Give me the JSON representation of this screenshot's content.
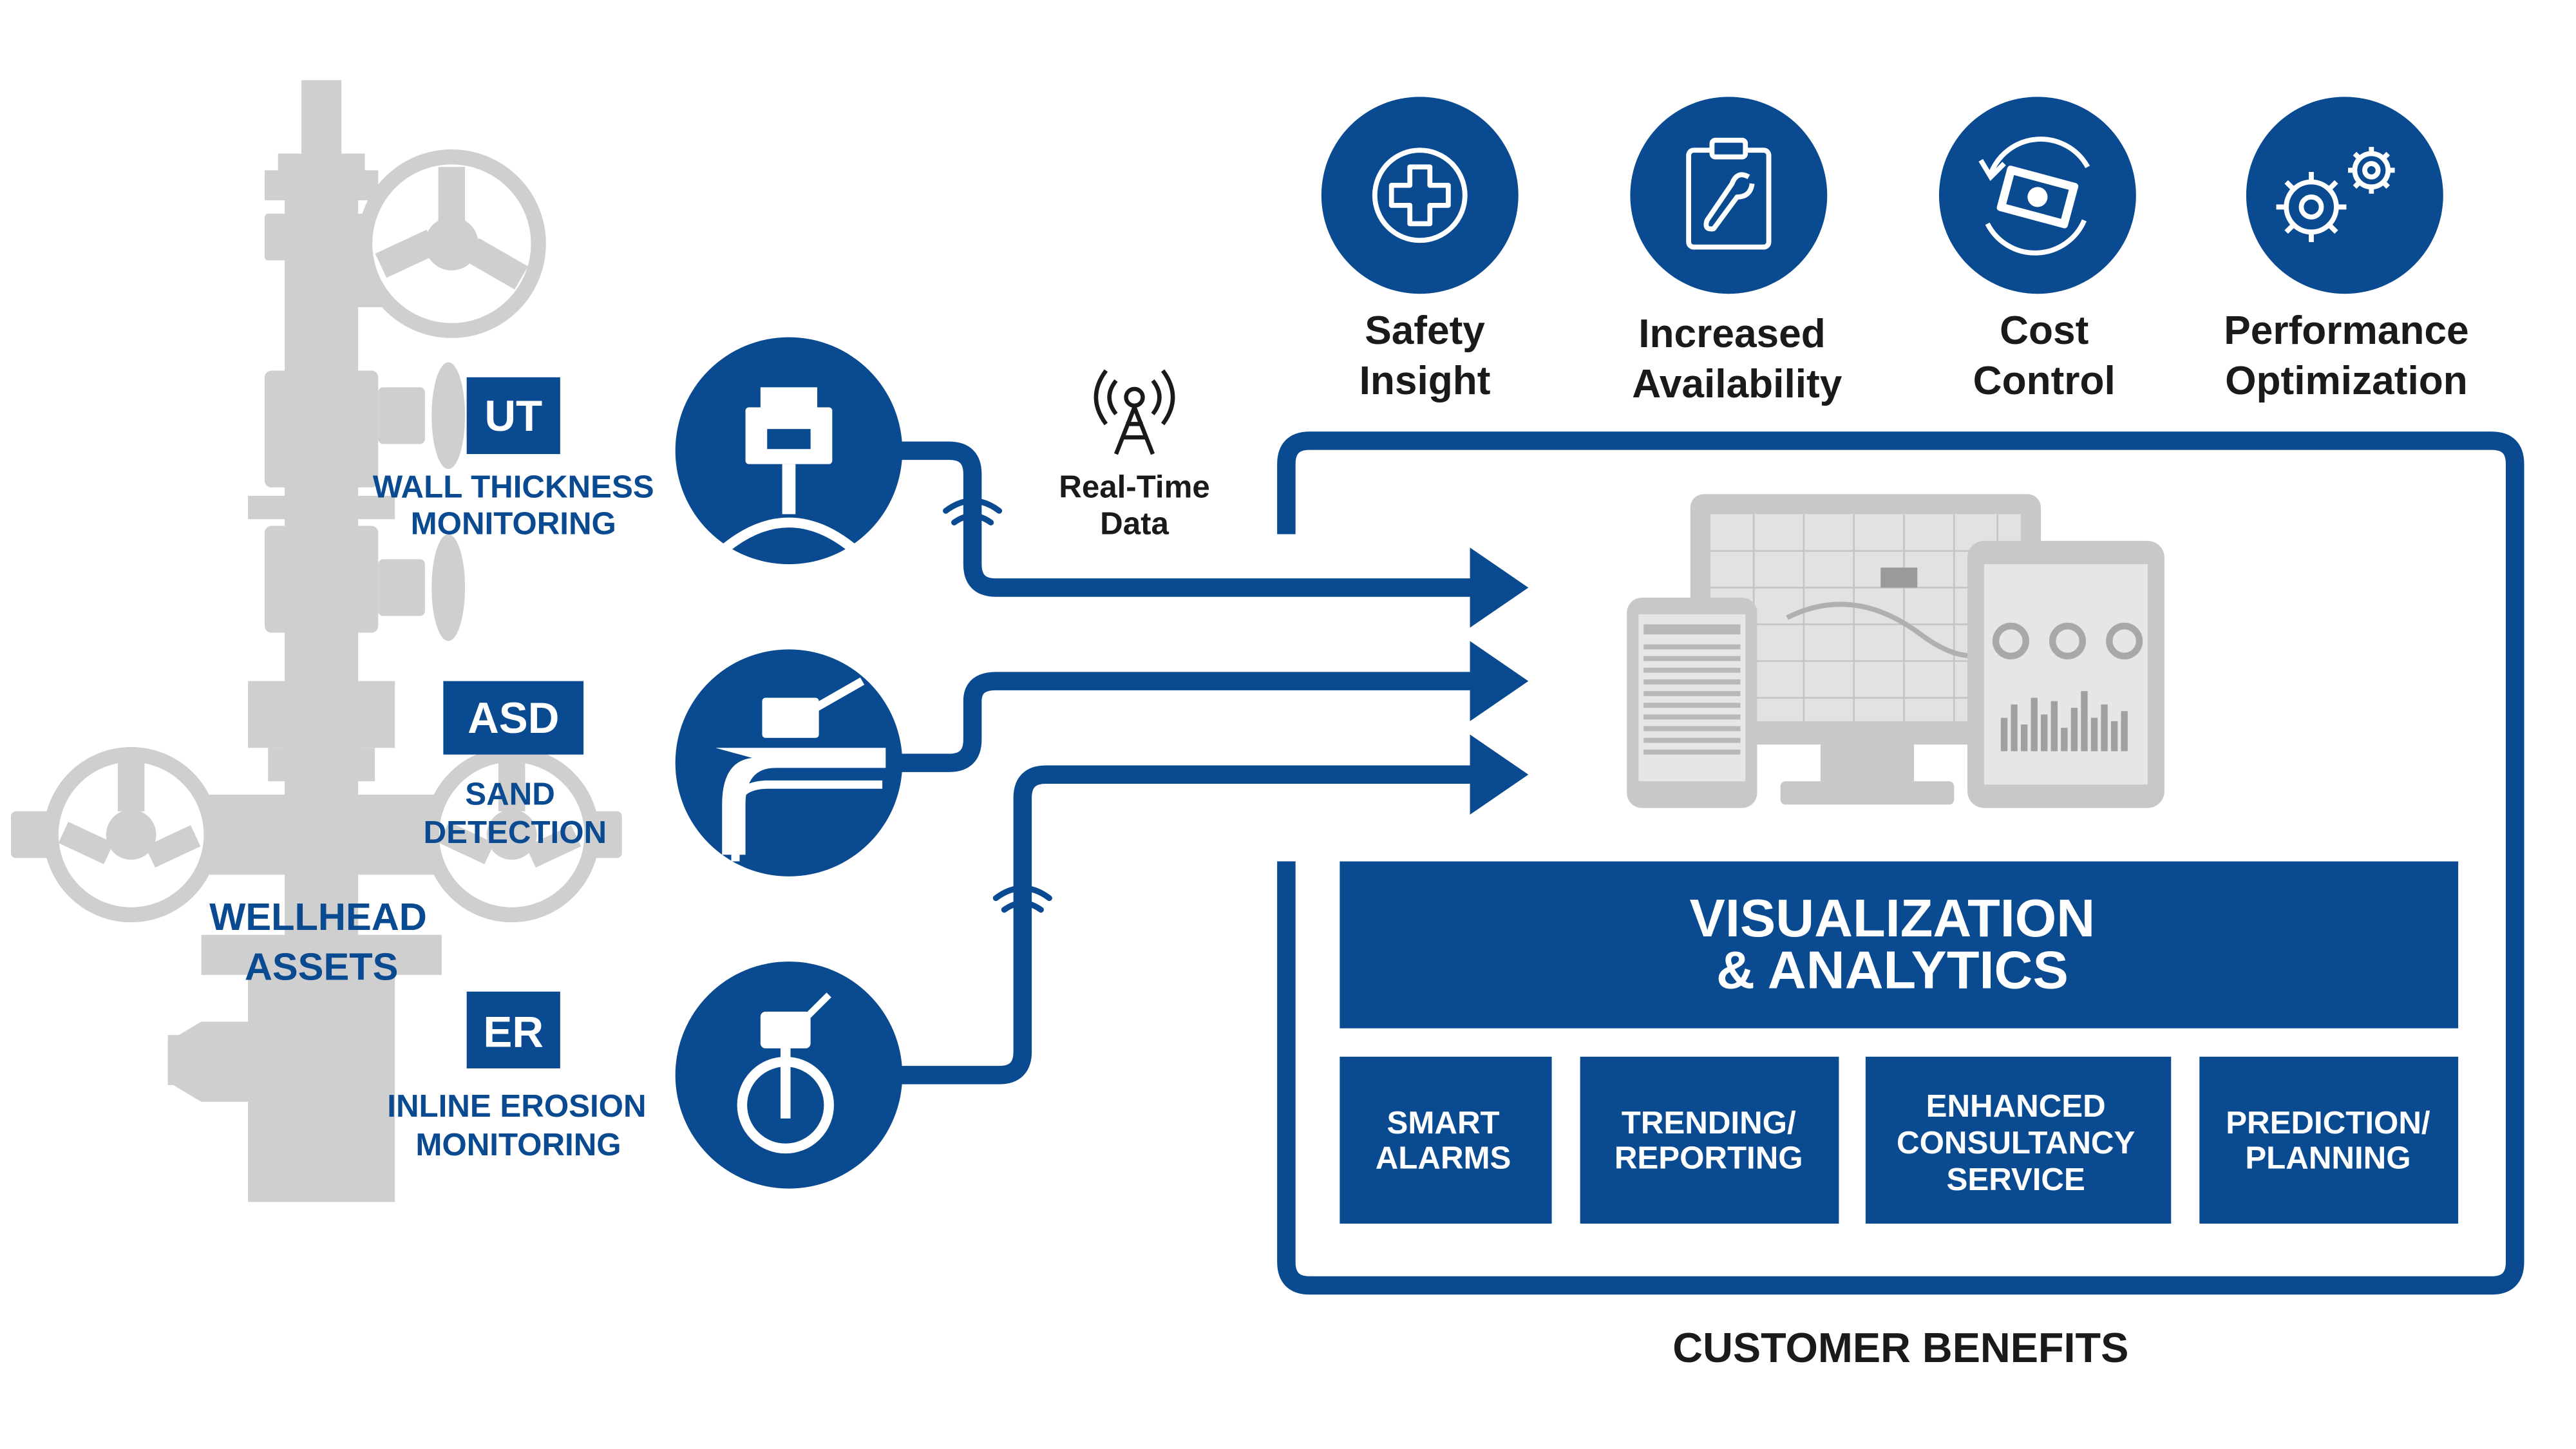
{
  "colors": {
    "brand_blue": "#0a4a91",
    "wellhead_gray": "#cfcfcf",
    "device_gray": "#c8c8c8",
    "label_black": "#1a1a1a",
    "white": "#ffffff"
  },
  "benefits": [
    {
      "icon": "plus-icon",
      "line1": "Safety",
      "line2": "Insight"
    },
    {
      "icon": "clipboard-wrench-icon",
      "line1": "Increased",
      "line2": "Availability"
    },
    {
      "icon": "money-cycle-icon",
      "line1": "Cost",
      "line2": "Control"
    },
    {
      "icon": "gears-icon",
      "line1": "Performance",
      "line2": "Optimization"
    }
  ],
  "sensors": [
    {
      "code": "UT",
      "icon": "ultrasonic-sensor-icon",
      "label_line1": "WALL THICKNESS",
      "label_line2": "MONITORING"
    },
    {
      "code": "ASD",
      "icon": "sand-detector-icon",
      "label_line1": "SAND",
      "label_line2": "DETECTION"
    },
    {
      "code": "ER",
      "icon": "erosion-probe-icon",
      "label_line1": "INLINE EROSION",
      "label_line2": "MONITORING"
    }
  ],
  "wellhead": {
    "line1": "WELLHEAD",
    "line2": "ASSETS"
  },
  "realtime": {
    "icon": "radio-tower-icon",
    "line1": "Real-Time",
    "line2": "Data"
  },
  "wireless_icon": "wifi-icon",
  "devices_icon": "devices-icon",
  "visualization": {
    "line1": "VISUALIZATION",
    "line2": "& ANALYTICS"
  },
  "services": [
    {
      "lines": [
        "SMART",
        "ALARMS"
      ]
    },
    {
      "lines": [
        "TRENDING/",
        "REPORTING"
      ]
    },
    {
      "lines": [
        "ENHANCED",
        "CONSULTANCY",
        "SERVICE"
      ]
    },
    {
      "lines": [
        "PREDICTION/",
        "PLANNING"
      ]
    }
  ],
  "footer_label": "CUSTOMER BENEFITS"
}
